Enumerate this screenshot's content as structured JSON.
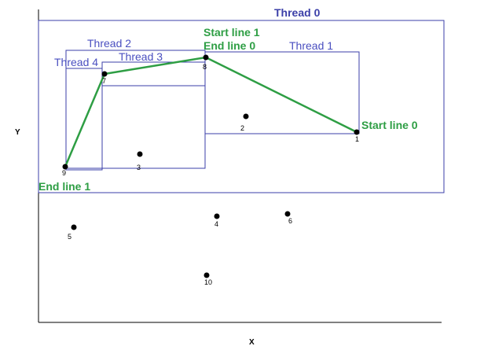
{
  "axes": {
    "x_label": "X",
    "y_label": "Y"
  },
  "colors": {
    "thread_box": "#3b3fa8",
    "thread0_label": "#3b3fa8",
    "thread_label": "#4a4fc0",
    "line": "#2e9e44",
    "annotation": "#2e9e44",
    "point": "#000000",
    "axis": "#000000"
  },
  "threads": [
    {
      "id": "thread-0",
      "label": "Thread 0"
    },
    {
      "id": "thread-1",
      "label": "Thread 1"
    },
    {
      "id": "thread-2",
      "label": "Thread 2"
    },
    {
      "id": "thread-3",
      "label": "Thread 3"
    },
    {
      "id": "thread-4",
      "label": "Thread 4"
    }
  ],
  "points": [
    {
      "id": "1",
      "label": "1"
    },
    {
      "id": "2",
      "label": "2"
    },
    {
      "id": "3",
      "label": "3"
    },
    {
      "id": "4",
      "label": "4"
    },
    {
      "id": "5",
      "label": "5"
    },
    {
      "id": "6",
      "label": "6"
    },
    {
      "id": "7",
      "label": "7"
    },
    {
      "id": "8",
      "label": "8"
    },
    {
      "id": "9",
      "label": "9"
    },
    {
      "id": "10",
      "label": "10"
    }
  ],
  "path": [
    "1",
    "8",
    "7",
    "9"
  ],
  "annotations": [
    {
      "id": "start-line-0",
      "text": "Start line 0"
    },
    {
      "id": "start-line-1",
      "text": "Start line 1"
    },
    {
      "id": "end-line-0",
      "text": "End line 0"
    },
    {
      "id": "end-line-1",
      "text": "End line 1"
    }
  ]
}
